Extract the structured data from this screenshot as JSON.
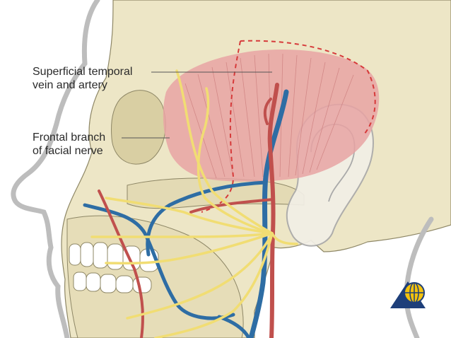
{
  "labels": {
    "superficial_temporal": {
      "line1": "Superficial temporal",
      "line2": "vein and artery"
    },
    "frontal_branch": {
      "line1": "Frontal branch",
      "line2": "of facial nerve"
    }
  },
  "colors": {
    "skull": "#ede6c6",
    "skin_outline": "#bdbdbd",
    "muscle": "#e8a3a3",
    "artery": "#c0504d",
    "vein": "#2e6da4",
    "nerve": "#f1dd73",
    "dashed_line": "#d63a3a",
    "logo_blue": "#1e3f7a",
    "logo_yellow": "#f4c20d"
  },
  "icons": [
    "globe-logo-icon"
  ]
}
